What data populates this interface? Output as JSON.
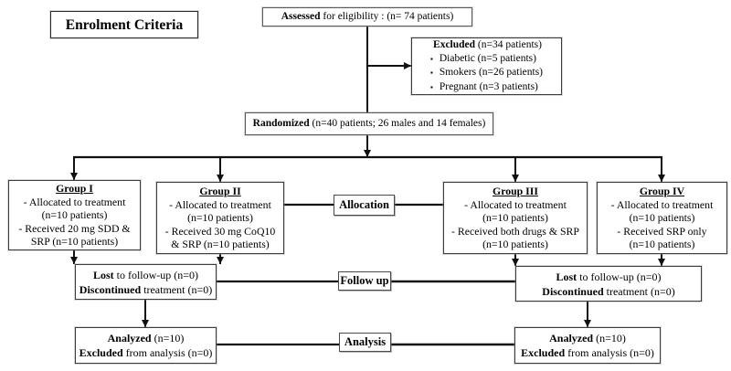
{
  "page": {
    "background": "#ffffff",
    "line_color": "#111111",
    "border_color": "#3c3c3c"
  },
  "enrolment": {
    "label": "Enrolment Criteria"
  },
  "assessed": {
    "bold": "Assessed",
    "rest": " for eligibility : (n= 74 patients)"
  },
  "excluded": {
    "bold": "Excluded",
    "rest": " (n=34 patients)",
    "bullet_icon": "▪",
    "items": [
      "Diabetic (n=5 patients)",
      "Smokers (n=26 patients)",
      "Pregnant (n=3 patients)"
    ]
  },
  "randomized": {
    "bold": "Randomized",
    "rest": " (n=40 patients; 26 males and 14 females)"
  },
  "groups": [
    {
      "title": "Group I",
      "lines": [
        "- Allocated to treatment",
        "(n=10 patients)",
        "- Received 20 mg SDD &",
        "SRP (n=10 patients)"
      ]
    },
    {
      "title": "Group II",
      "lines": [
        "- Allocated to treatment",
        "(n=10 patients)",
        "- Received 30 mg CoQ10",
        "& SRP (n=10 patients)"
      ]
    },
    {
      "title": "Group III",
      "lines": [
        "- Allocated to treatment",
        "(n=10 patients)",
        "- Received both drugs & SRP",
        "(n=10 patients)"
      ]
    },
    {
      "title": "Group IV",
      "lines": [
        "- Allocated to treatment",
        "(n=10 patients)",
        "- Received SRP only",
        "(n=10 patients)"
      ]
    }
  ],
  "stages": {
    "allocation": "Allocation",
    "follow_up": "Follow up",
    "analysis": "Analysis"
  },
  "followup": {
    "left": {
      "line1_bold": "Lost",
      "line1_rest": " to follow-up (n=0)",
      "line2_bold": "Discontinued",
      "line2_rest": " treatment (n=0)"
    },
    "right": {
      "line1_bold": "Lost",
      "line1_rest": " to follow-up (n=0)",
      "line2_bold": "Discontinued",
      "line2_rest": " treatment (n=0)"
    }
  },
  "analysis": {
    "left": {
      "line1_bold": "Analyzed",
      "line1_rest": " (n=10)",
      "line2_bold": "Excluded",
      "line2_rest": " from analysis (n=0)"
    },
    "right": {
      "line1_bold": "Analyzed",
      "line1_rest": " (n=10)",
      "line2_bold": "Excluded",
      "line2_rest": " from analysis (n=0)"
    }
  }
}
